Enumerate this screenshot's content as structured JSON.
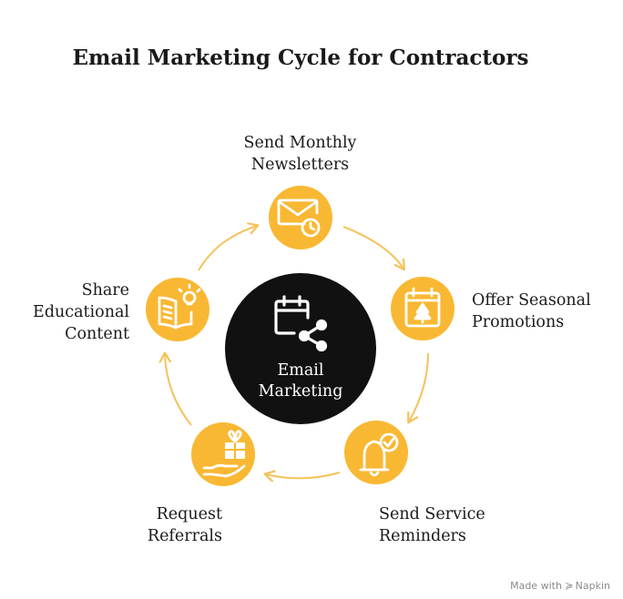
{
  "title": "Email Marketing Cycle for Contractors",
  "center": {
    "label": "Email\nMarketing",
    "icon": "calendar-share-icon"
  },
  "steps": [
    {
      "label": "Send Monthly\nNewsletters",
      "icon": "envelope-clock-icon"
    },
    {
      "label": "Offer Seasonal\nPromotions",
      "icon": "calendar-tree-icon"
    },
    {
      "label": "Send Service\nReminders",
      "icon": "bell-check-icon"
    },
    {
      "label": "Request\nReferrals",
      "icon": "hand-gift-icon"
    },
    {
      "label": "Share\nEducational\nContent",
      "icon": "book-lightbulb-icon"
    }
  ],
  "footer": {
    "made_with": "Made with",
    "brand": "Napkin"
  },
  "colors": {
    "accent": "#F9B833",
    "center": "#111111",
    "arrow": "#F4C25A",
    "icon_line": "#ffffff"
  }
}
